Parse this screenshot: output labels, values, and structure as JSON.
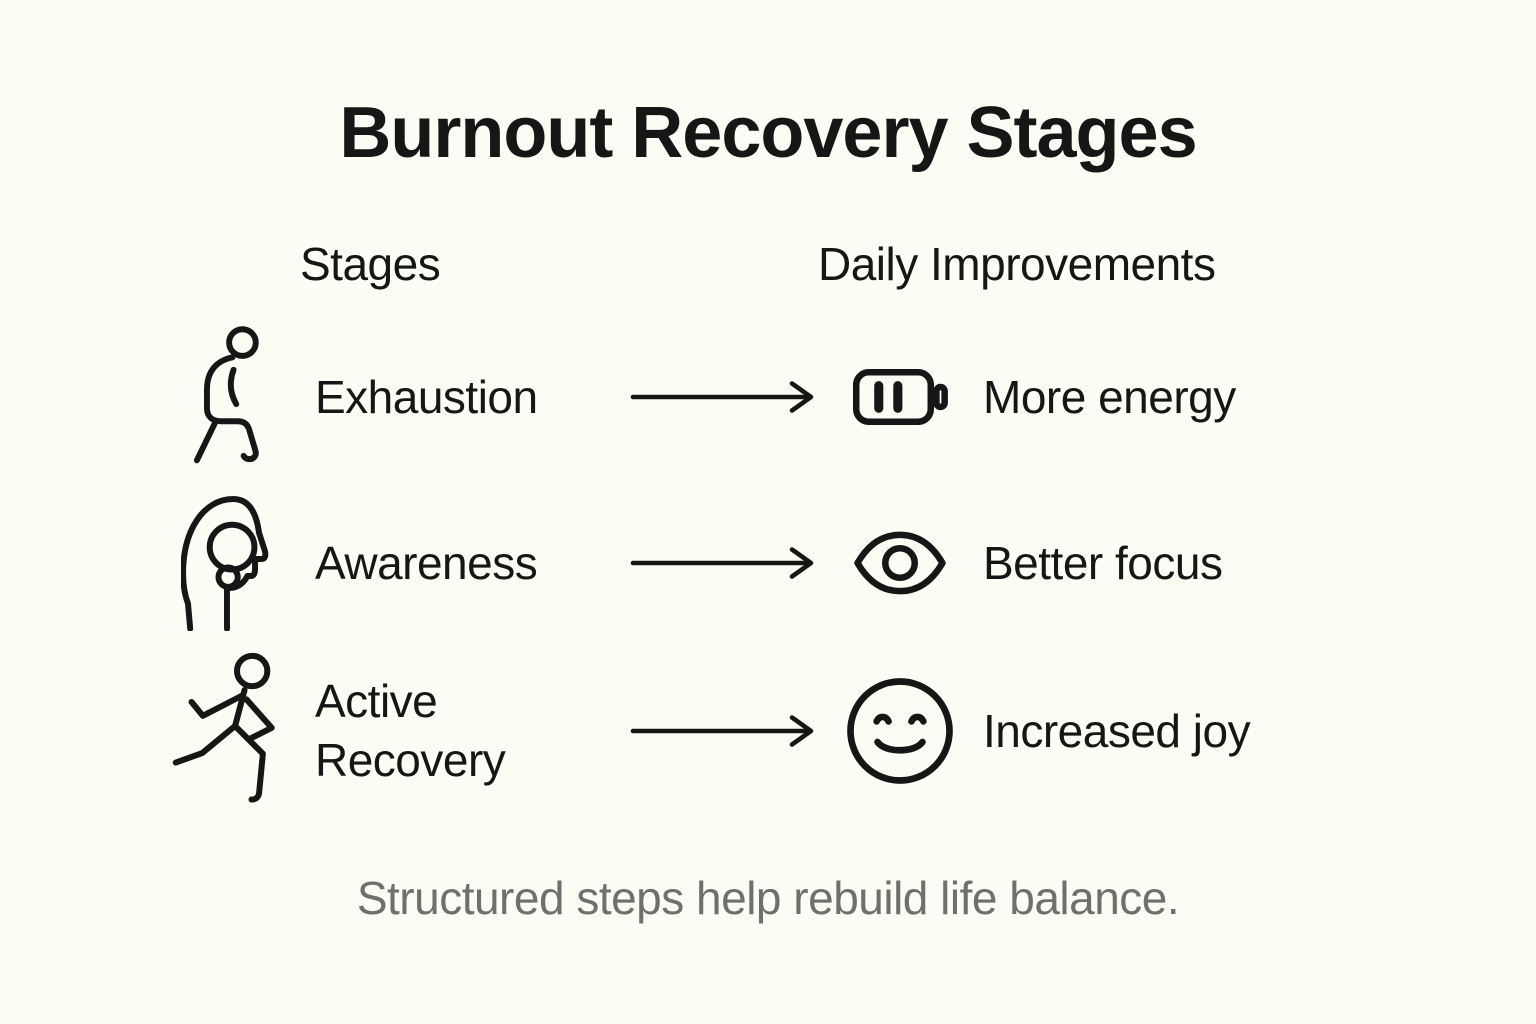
{
  "title": "Burnout Recovery Stages",
  "columns": {
    "stages": "Stages",
    "improvements": "Daily Improvements"
  },
  "rows": [
    {
      "stage": "Exhaustion",
      "stage_icon": "slumped-person-icon",
      "improvement": "More energy",
      "improvement_icon": "battery-medium-icon"
    },
    {
      "stage": "Awareness",
      "stage_icon": "head-lightbulb-icon",
      "improvement": "Better focus",
      "improvement_icon": "eye-icon"
    },
    {
      "stage": "Active Recovery",
      "stage_icon": "running-person-icon",
      "improvement": "Increased joy",
      "improvement_icon": "smiley-face-icon"
    }
  ],
  "connector_icon": "arrow-right-icon",
  "caption": "Structured steps help rebuild life balance.",
  "colors": {
    "background": "#FCFBF4",
    "ink": "#161616",
    "caption_gray": "#6F6F6F"
  }
}
